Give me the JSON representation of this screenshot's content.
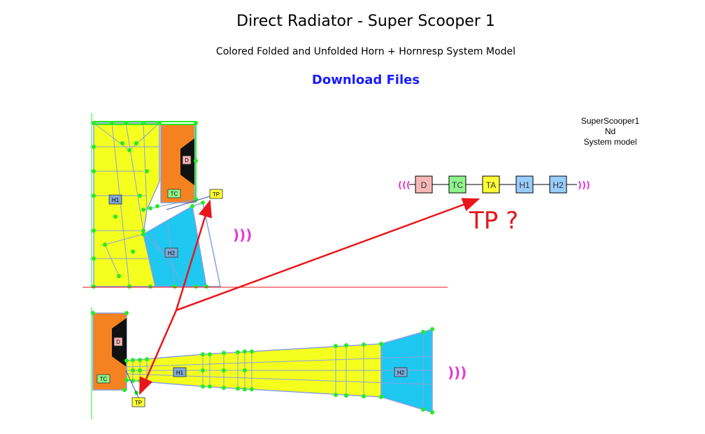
{
  "page": {
    "title": "Direct Radiator - Super Scooper 1",
    "subtitle": "Colored Folded and Unfolded Horn + Hornresp System Model",
    "download_link": "Download Files"
  },
  "system_info": {
    "line1": "SuperScooper1",
    "line2": "Nd",
    "line3": "System model"
  },
  "folded_horn": {
    "labels": {
      "driver": "D",
      "throat_chamber": "TC",
      "test_point": "TP",
      "horn1": "H1",
      "horn2": "H2"
    }
  },
  "unfolded_horn": {
    "labels": {
      "driver": "D",
      "throat_chamber": "TC",
      "test_point": "TP",
      "horn1": "H1",
      "horn2": "H2"
    }
  },
  "system_chain": {
    "elements": [
      "D",
      "TC",
      "TA",
      "H1",
      "H2"
    ],
    "colors": [
      "#f6b7b7",
      "#8ff58c",
      "#ffff33",
      "#99ccff",
      "#99ccff"
    ]
  },
  "annotation": {
    "text": "TP ?"
  },
  "colors": {
    "driver_orange": "#f58220",
    "horn_yellow": "#f5ff1e",
    "horn_cyan": "#1ec8f0",
    "mesh_green": "#22ee22",
    "arrow_red": "#e8161b",
    "wave_magenta": "#e23ad7",
    "link_blue": "#1a1aff"
  }
}
